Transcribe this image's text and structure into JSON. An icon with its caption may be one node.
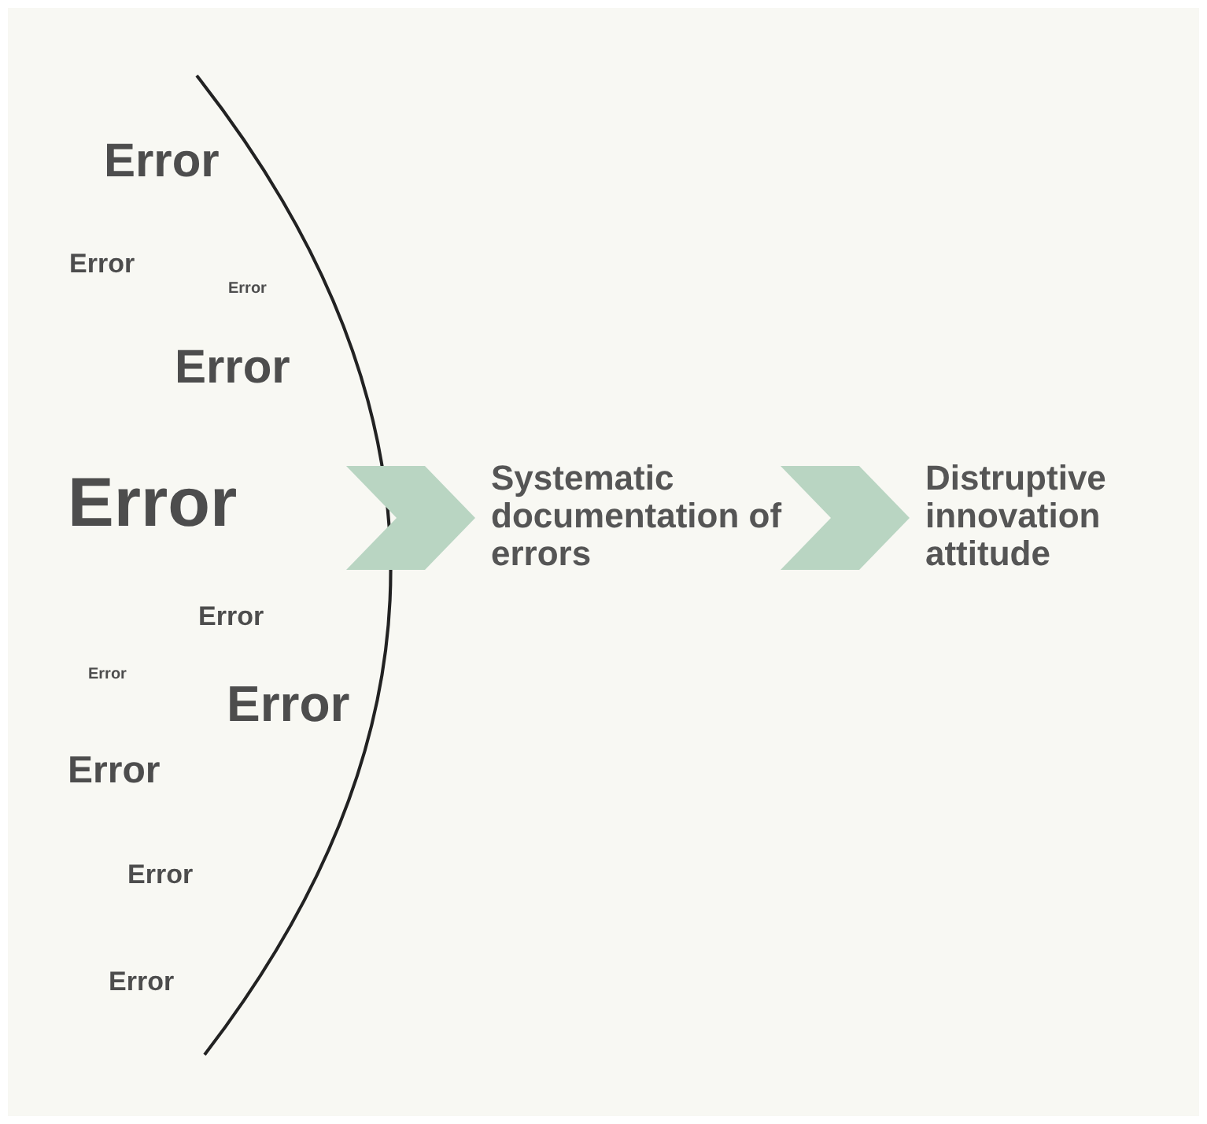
{
  "diagram": {
    "nodes": [
      {
        "text": [
          "Systematic documentation of errors"
        ]
      },
      {
        "text": [
          "Distruptive innovation attitude"
        ]
      }
    ],
    "edges": [
      {
        "from": null,
        "to": 0,
        "arrow": "to",
        "style": "thick"
      },
      {
        "from": 0,
        "to": 1,
        "arrow": "to",
        "style": "thick"
      }
    ],
    "labels": [
      "Error",
      "Error",
      "Error",
      "Error",
      "Error",
      "Error",
      "Error",
      "Error",
      "Error",
      "Error",
      "Error"
    ]
  }
}
